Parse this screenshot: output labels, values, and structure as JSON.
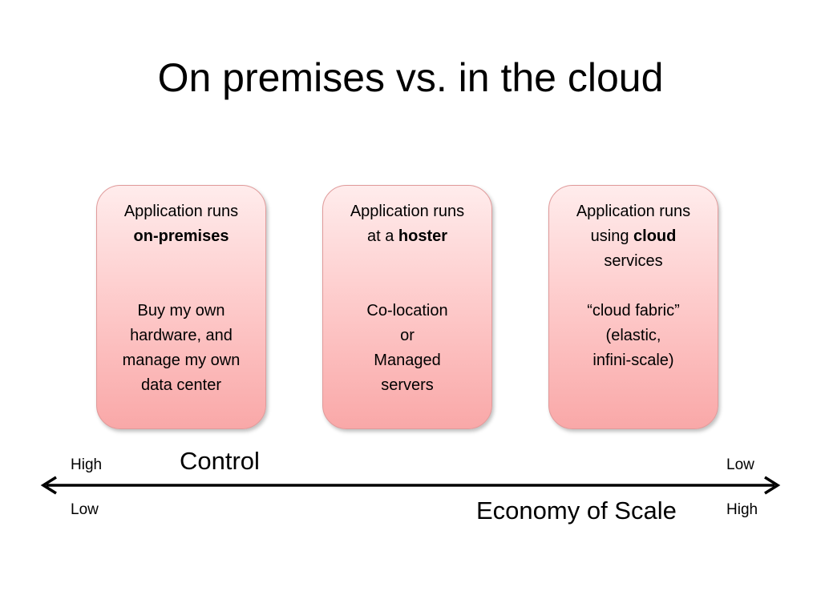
{
  "title": "On premises vs. in the cloud",
  "boxes": [
    {
      "top_lines": [
        {
          "pre": "Application runs",
          "bold": "",
          "post": ""
        },
        {
          "pre": "",
          "bold": "on-premises",
          "post": ""
        }
      ],
      "bottom_lines": [
        "Buy my own",
        "hardware, and",
        "manage my own",
        "data center"
      ]
    },
    {
      "top_lines": [
        {
          "pre": "Application runs",
          "bold": "",
          "post": ""
        },
        {
          "pre": "at a ",
          "bold": "hoster",
          "post": ""
        }
      ],
      "bottom_lines": [
        "Co-location",
        "or",
        "Managed",
        "servers"
      ]
    },
    {
      "top_lines": [
        {
          "pre": "Application runs",
          "bold": "",
          "post": ""
        },
        {
          "pre": "using ",
          "bold": "cloud",
          "post": ""
        },
        {
          "pre": "services",
          "bold": "",
          "post": ""
        }
      ],
      "bottom_lines": [
        "“cloud fabric”",
        "(elastic,",
        "infini-scale)"
      ]
    }
  ],
  "axis": {
    "control_label": "Control",
    "economy_label": "Economy of Scale",
    "left_top": "High",
    "left_bottom": "Low",
    "right_top": "Low",
    "right_bottom": "High"
  },
  "colors": {
    "box_top": "#ffecec",
    "box_bottom": "#f9a8a8",
    "box_border": "#e09a9a",
    "arrow": "#000000"
  }
}
